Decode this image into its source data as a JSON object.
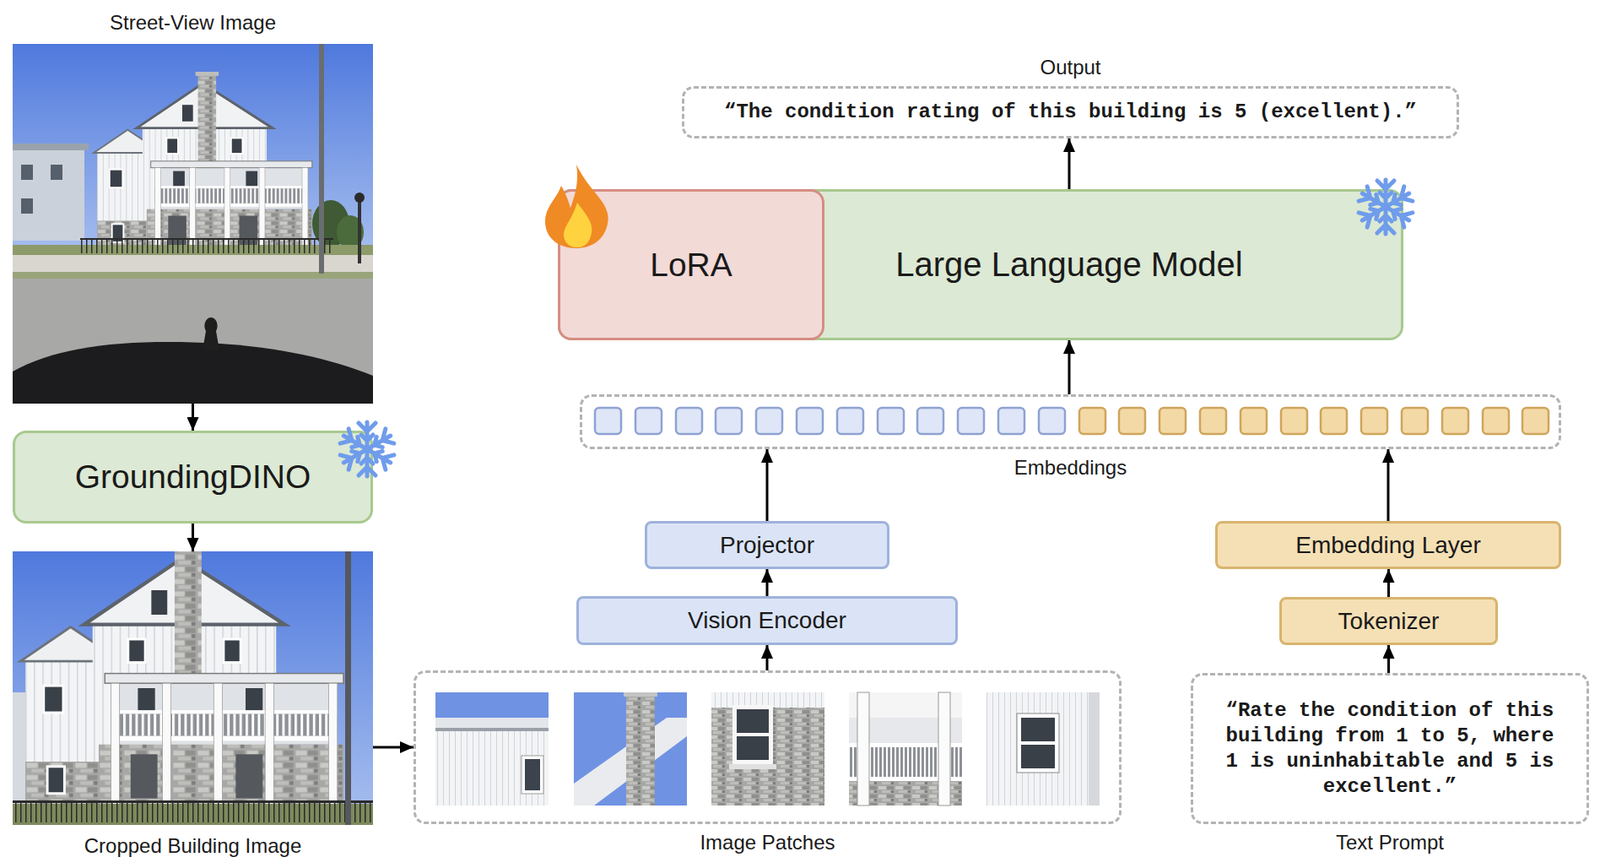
{
  "diagram": {
    "nodes": [
      {
        "text": [
          "Street-View Image"
        ]
      },
      {
        "text": [
          "GroundingDINO"
        ]
      },
      {
        "text": [
          "Cropped Building Image"
        ]
      },
      {
        "text": [
          "Output",
          "“The condition rating of this building is 5 (excellent).”"
        ]
      },
      {
        "text": [
          "Large Language Model"
        ]
      },
      {
        "text": [
          "LoRA"
        ],
        "in": 4
      },
      {
        "text": [
          "Embeddings"
        ]
      },
      {
        "text": [
          "Projector"
        ]
      },
      {
        "text": [
          "Vision Encoder"
        ]
      },
      {
        "text": [
          "Embedding Layer"
        ]
      },
      {
        "text": [
          "Tokenizer"
        ]
      },
      {
        "text": [
          "Image Patches"
        ]
      },
      {
        "text": [
          "“Rate the condition of this building from 1 to 5, where 1 is uninhabitable and 5 is excellent.”",
          "Text Prompt"
        ]
      }
    ],
    "edges": [
      {
        "from": 0,
        "to": 1,
        "arrow": "to"
      },
      {
        "from": 1,
        "to": 2,
        "arrow": "to"
      },
      {
        "from": 2,
        "to": 11,
        "arrow": "to"
      },
      {
        "from": 11,
        "to": 8,
        "arrow": "to"
      },
      {
        "from": 8,
        "to": 7,
        "arrow": "to"
      },
      {
        "from": 7,
        "to": 6,
        "arrow": "to"
      },
      {
        "from": 12,
        "to": 10,
        "arrow": "to"
      },
      {
        "from": 10,
        "to": 9,
        "arrow": "to"
      },
      {
        "from": 9,
        "to": 6,
        "arrow": "to"
      },
      {
        "from": 6,
        "to": 4,
        "arrow": "to"
      },
      {
        "from": 4,
        "to": 3,
        "arrow": "to"
      }
    ]
  }
}
